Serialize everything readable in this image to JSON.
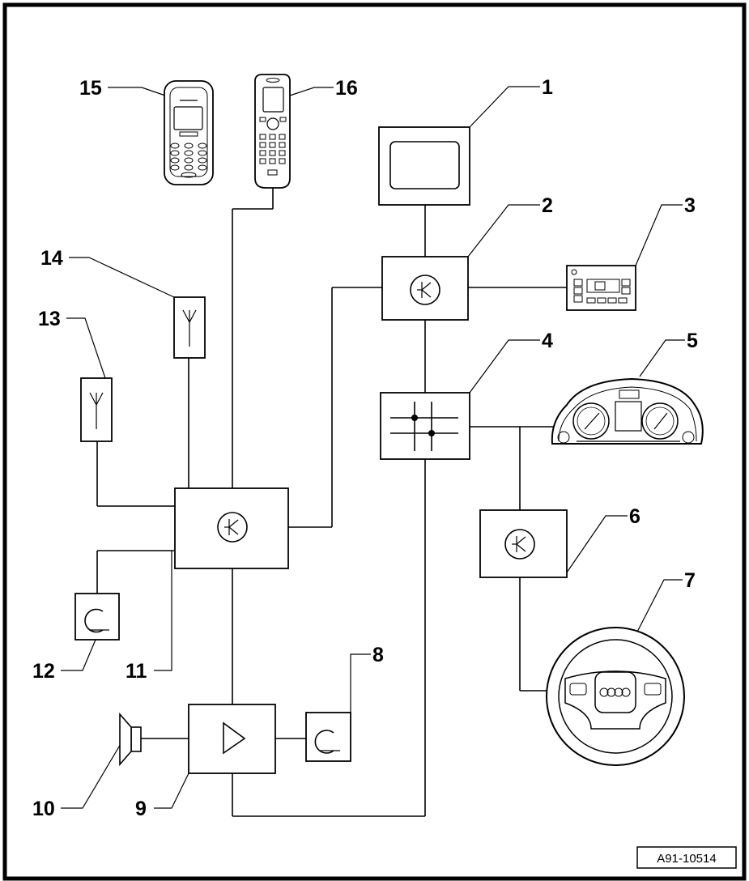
{
  "callouts": [
    "1",
    "2",
    "3",
    "4",
    "5",
    "6",
    "7",
    "8",
    "9",
    "10",
    "11",
    "12",
    "13",
    "14",
    "15",
    "16"
  ],
  "figure_ref": "A91-10514",
  "icons": {
    "control_unit": "asterisk-in-circle-icon",
    "junction": "bus-junction-icon",
    "amplifier": "amplifier-triangle-icon",
    "microphone": "microphone-icon",
    "antenna": "antenna-icon",
    "speaker": "speaker-icon"
  },
  "colors": {
    "line": "#000000",
    "background": "#ffffff"
  }
}
